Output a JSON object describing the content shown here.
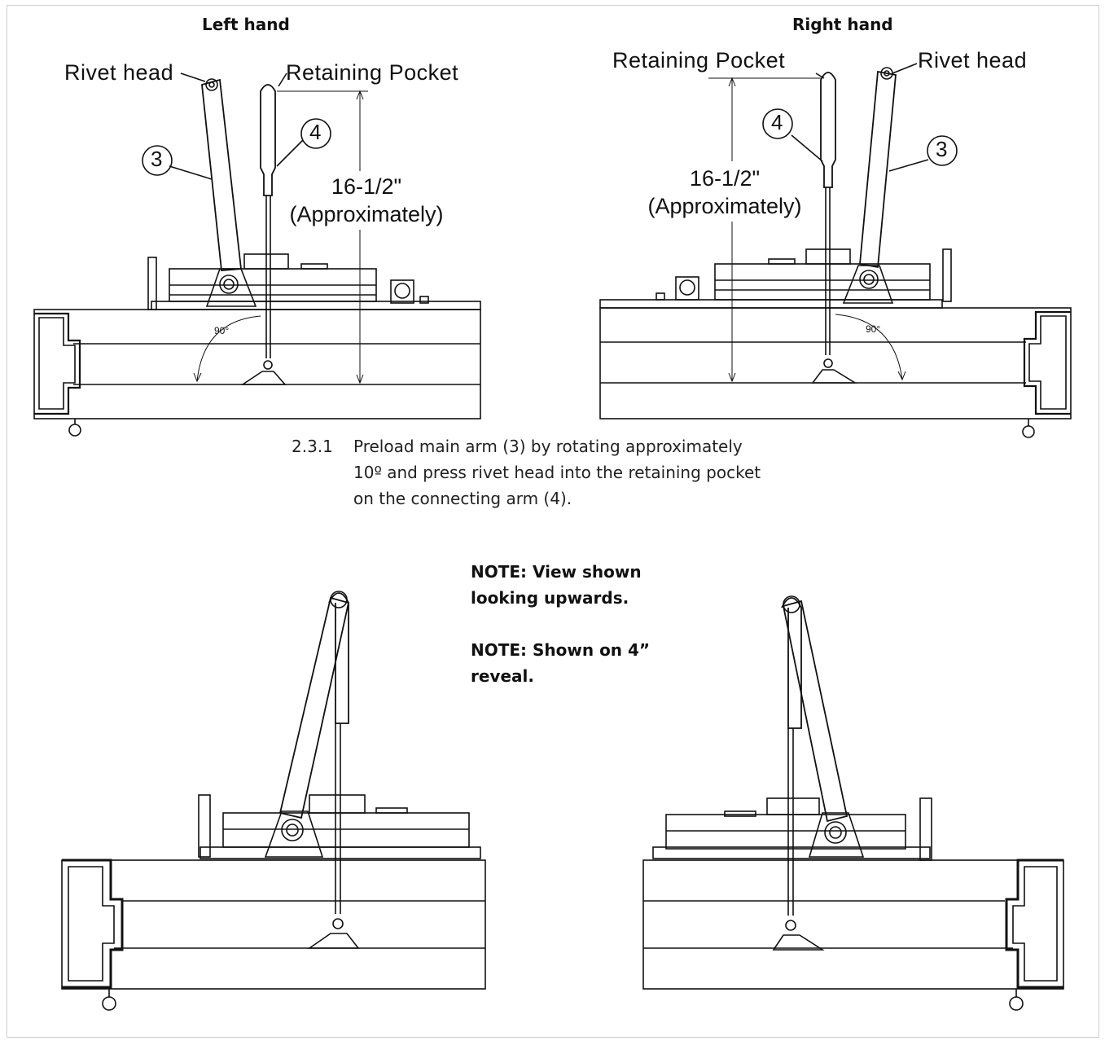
{
  "headings": {
    "left_hand": "Left hand",
    "right_hand": "Right hand"
  },
  "labels": {
    "rivet_head": "Rivet head",
    "retaining_pocket": "Retaining Pocket",
    "main_arm_number": "3",
    "connecting_arm_number": "4",
    "dimension_value": "16-1/2\"",
    "dimension_note": "(Approximately)",
    "angle": "90°"
  },
  "instruction": {
    "number": "2.3.1",
    "lines": [
      "Preload main arm (3) by rotating approximately",
      "10º and press rivet head into the retaining pocket",
      "on the connecting arm (4)."
    ]
  },
  "notes": {
    "note1_line1": "NOTE: View shown",
    "note1_line2": "looking upwards.",
    "note2_line1": "NOTE: Shown on 4”",
    "note2_line2": "reveal."
  }
}
